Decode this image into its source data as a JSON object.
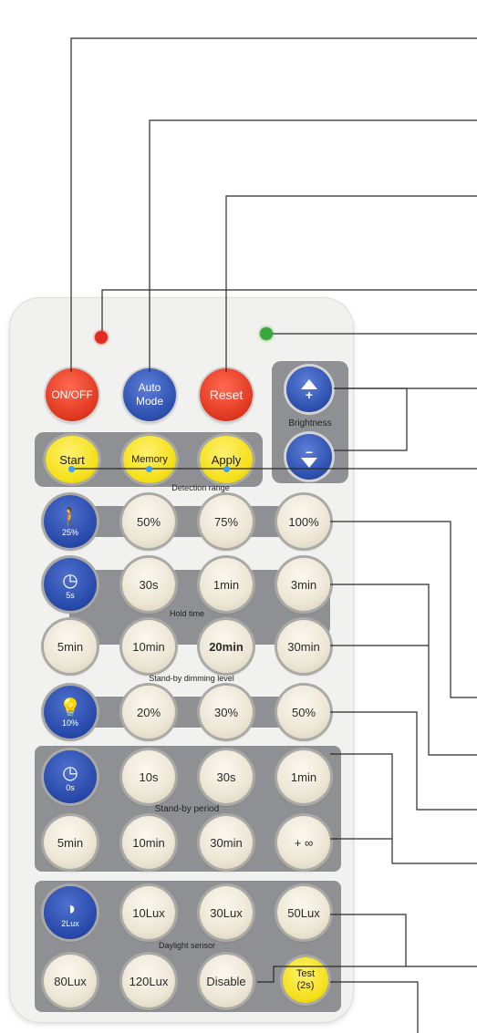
{
  "colors": {
    "red_button": "#e23a22",
    "blue_button": "#2f52b0",
    "yellow_button": "#f5e01a",
    "beige_button": "#ece6d4",
    "panel_gray": "#8e9094",
    "red_led": "#e02c20",
    "green_led": "#3aa83a"
  },
  "top_row": {
    "on_off": "ON/OFF",
    "auto_line1": "Auto",
    "auto_line2": "Mode",
    "reset": "Reset"
  },
  "brightness": {
    "label": "Brightness",
    "up_icon": "arrow-up-plus",
    "down_icon": "arrow-down-minus"
  },
  "learn_row": {
    "start": "Start",
    "memory": "Memory",
    "apply": "Apply"
  },
  "detection_range": {
    "label": "Detection range",
    "mode_value": "25%",
    "icon": "walking-person-icon",
    "options": [
      "50%",
      "75%",
      "100%"
    ]
  },
  "hold_time": {
    "label": "Hold time",
    "mode_value": "5s",
    "icon": "clock-icon",
    "row1": [
      "30s",
      "1min",
      "3min"
    ],
    "row2": [
      "5min",
      "10min",
      "20min",
      "30min"
    ]
  },
  "standby_dimming": {
    "label": "Stand-by dimming level",
    "mode_value": "10%",
    "icon": "bulb-icon",
    "options": [
      "20%",
      "30%",
      "50%"
    ]
  },
  "standby_period": {
    "label": "Stand-by period",
    "mode_value": "0s",
    "icon": "clock-icon",
    "row1": [
      "10s",
      "30s",
      "1min"
    ],
    "row2": [
      "5min",
      "10min",
      "30min",
      "+ ∞"
    ]
  },
  "daylight_sensor": {
    "label": "Daylight sensor",
    "mode_value": "2Lux",
    "icon": "sun-half-icon",
    "row1": [
      "10Lux",
      "30Lux",
      "50Lux"
    ],
    "row2": [
      "80Lux",
      "120Lux",
      "Disable"
    ]
  },
  "test": {
    "line1": "Test",
    "line2": "(2s)"
  }
}
